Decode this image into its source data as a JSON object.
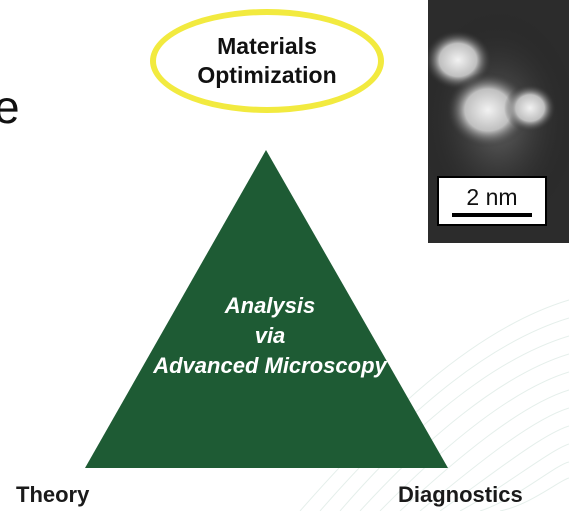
{
  "top_node": {
    "line1": "Materials",
    "line2": "Optimization",
    "border_color": "#f2ea3f"
  },
  "triangle": {
    "fill_color": "#1e5b34",
    "line1": "Analysis",
    "line2": "via",
    "line3": "Advanced Microscopy"
  },
  "bottom_left": {
    "label": "Theory"
  },
  "bottom_right": {
    "label": "Diagnostics"
  },
  "micrograph": {
    "scale_label": "2 nm"
  },
  "partial_text": {
    "glyph": "e"
  }
}
